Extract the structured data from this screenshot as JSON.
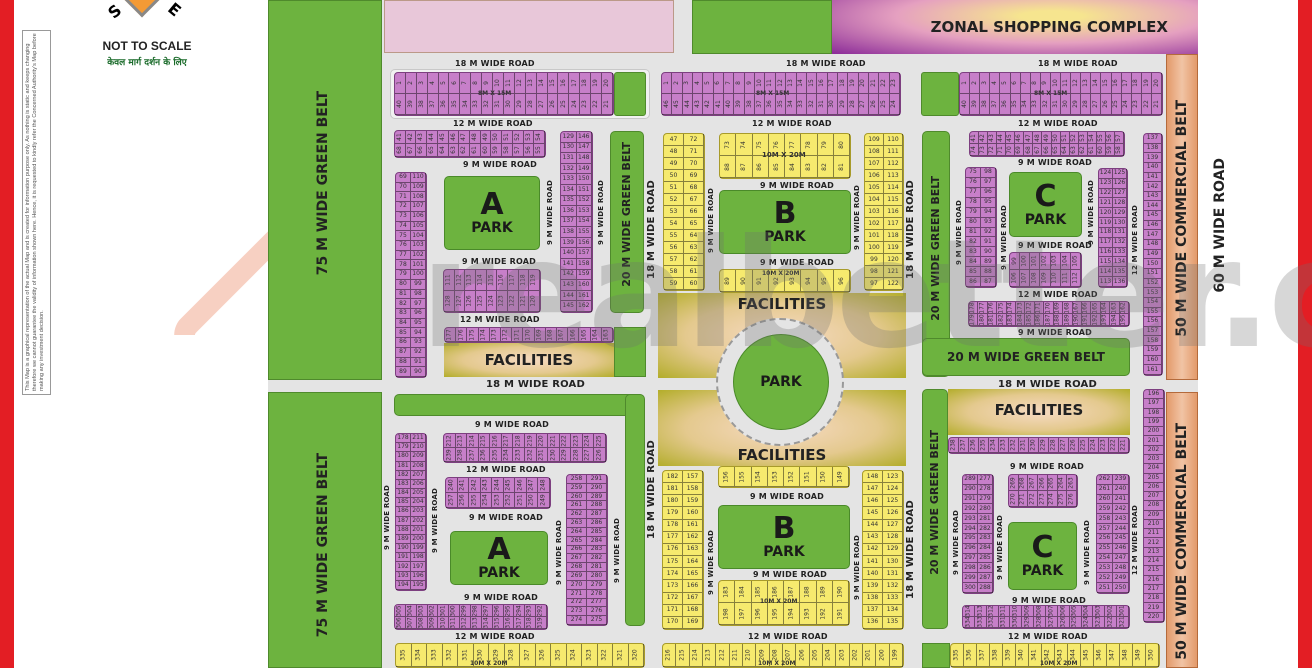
{
  "legend": {
    "compass_letters": [
      "S",
      "E"
    ],
    "scale_note": "NOT TO SCALE",
    "hindi_note": "केवल मार्ग दर्शन के लिए",
    "disclaimer": "This Map is a graphical representation of the actual Map and is created for information purpose only. As nothing is static and keeps changing therefore we cannot guarantee the validity of information shown here. Hence, it is requested to kindly refer the Concerned Authority's Map before making any investment decision."
  },
  "colors": {
    "frame_red": "#e31e24",
    "green_belt": "#6db33f",
    "residential_plot": "#c77fc9",
    "large_plot": "#f6ea6e",
    "commercial_belt": "#e39a6a",
    "road": "#e4e4e4"
  },
  "labels": {
    "green_belt_75": "75 M WIDE GREEN BELT",
    "green_belt_20": "20 M WIDE GREEN BELT",
    "commercial_belt_50": "50 M WIDE COMMERCIAL BELT",
    "road_60": "60 M WIDE ROAD",
    "road_18": "18 M WIDE ROAD",
    "road_12": "12 M WIDE ROAD",
    "road_9": "9 M WIDE ROAD",
    "zonal_shopping": "ZONAL SHOPPING COMPLEX",
    "facilities": "FACILITIES",
    "park": "PARK",
    "size_8x15": "8M X 15M",
    "size_10x20": "10M X 20M"
  },
  "parks": [
    {
      "letter": "A",
      "label": "PARK"
    },
    {
      "letter": "B",
      "label": "PARK"
    },
    {
      "letter": "C",
      "label": "PARK"
    },
    {
      "letter": "A",
      "label": "PARK"
    },
    {
      "letter": "B",
      "label": "PARK"
    },
    {
      "letter": "C",
      "label": "PARK"
    },
    {
      "letter": "",
      "label": "PARK"
    }
  ],
  "plot_rows": {
    "tl_top": [
      "1",
      "2",
      "3",
      "4",
      "5",
      "6",
      "7",
      "8",
      "9",
      "10",
      "11",
      "12",
      "13",
      "14",
      "15",
      "16",
      "17",
      "18",
      "19",
      "20"
    ],
    "tl_bot": [
      "40",
      "39",
      "38",
      "37",
      "36",
      "35",
      "34",
      "33",
      "32",
      "31",
      "30",
      "29",
      "28",
      "27",
      "26",
      "25",
      "24",
      "23",
      "22",
      "21"
    ],
    "tm_top": [
      "1",
      "2",
      "3",
      "4",
      "5",
      "6",
      "7",
      "8",
      "9",
      "10",
      "11",
      "12",
      "13",
      "14",
      "15",
      "16",
      "17",
      "18",
      "19",
      "20",
      "21",
      "22",
      "23"
    ],
    "tm_bot": [
      "46",
      "45",
      "44",
      "43",
      "42",
      "41",
      "40",
      "39",
      "38",
      "37",
      "36",
      "35",
      "34",
      "33",
      "32",
      "31",
      "30",
      "29",
      "28",
      "27",
      "26",
      "25",
      "24"
    ],
    "tr_top": [
      "1",
      "2",
      "3",
      "4",
      "5",
      "6",
      "7",
      "8",
      "9",
      "10",
      "11",
      "12",
      "13",
      "14",
      "15",
      "16",
      "17",
      "18",
      "19",
      "20"
    ],
    "tr_bot": [
      "40",
      "39",
      "38",
      "37",
      "36",
      "35",
      "34",
      "33",
      "32",
      "31",
      "30",
      "29",
      "28",
      "27",
      "26",
      "25",
      "24",
      "23",
      "22",
      "21"
    ],
    "a1_top": [
      "41",
      "42",
      "43",
      "44",
      "45",
      "46",
      "47",
      "48",
      "49",
      "50",
      "51",
      "52",
      "53",
      "54"
    ],
    "a1_bot": [
      "68",
      "67",
      "66",
      "65",
      "64",
      "63",
      "62",
      "61",
      "60",
      "59",
      "58",
      "57",
      "56",
      "55"
    ],
    "a1_left_l": [
      "69",
      "70",
      "71",
      "72",
      "73",
      "74",
      "75",
      "76",
      "77",
      "78",
      "79",
      "80",
      "81",
      "82",
      "83",
      "84",
      "85",
      "86",
      "87",
      "88",
      "89"
    ],
    "a1_left_r": [
      "110",
      "109",
      "108",
      "107",
      "106",
      "105",
      "104",
      "103",
      "102",
      "101",
      "100",
      "99",
      "98",
      "97",
      "96",
      "95",
      "94",
      "93",
      "92",
      "91",
      "90"
    ],
    "a1_mid_top": [
      "111",
      "112",
      "113",
      "114",
      "115",
      "116",
      "117",
      "118",
      "119"
    ],
    "a1_mid_bot": [
      "128",
      "127",
      "126",
      "125",
      "124",
      "123",
      "122",
      "121",
      "120"
    ],
    "a1_right_l": [
      "129",
      "130",
      "131",
      "132",
      "133",
      "134",
      "135",
      "136",
      "137",
      "138",
      "139",
      "140",
      "141",
      "142",
      "143",
      "144",
      "145"
    ],
    "a1_right_r": [
      "146",
      "147",
      "148",
      "149",
      "150",
      "151",
      "152",
      "153",
      "154",
      "155",
      "156",
      "157",
      "158",
      "159",
      "160",
      "161",
      "162"
    ],
    "a1_fac": [
      "177",
      "176",
      "175",
      "174",
      "173",
      "172",
      "171",
      "170",
      "169",
      "168",
      "167",
      "166",
      "165",
      "164",
      "163"
    ],
    "b1_left_l": [
      "47",
      "48",
      "49",
      "50",
      "51",
      "52",
      "53",
      "54",
      "55",
      "56",
      "57",
      "58",
      "59"
    ],
    "b1_left_r": [
      "72",
      "71",
      "70",
      "69",
      "68",
      "67",
      "66",
      "65",
      "64",
      "63",
      "62",
      "61",
      "60"
    ],
    "b1_top_top": [
      "73",
      "74",
      "75",
      "76",
      "77",
      "78",
      "79",
      "80"
    ],
    "b1_top_bot": [
      "88",
      "87",
      "86",
      "85",
      "84",
      "83",
      "82",
      "81"
    ],
    "b1_bot": [
      "89",
      "90",
      "91",
      "92",
      "93",
      "94",
      "95",
      "96"
    ],
    "b1_right_l": [
      "109",
      "108",
      "107",
      "106",
      "105",
      "104",
      "103",
      "102",
      "101",
      "100",
      "99",
      "98",
      "97"
    ],
    "b1_right_r": [
      "110",
      "111",
      "112",
      "113",
      "114",
      "115",
      "116",
      "117",
      "118",
      "119",
      "120",
      "121",
      "122"
    ],
    "c1_top_top": [
      "41",
      "42",
      "43",
      "44",
      "45",
      "46",
      "47",
      "48",
      "49",
      "50",
      "51",
      "52",
      "53",
      "54",
      "55",
      "56",
      "57"
    ],
    "c1_top_bot": [
      "74",
      "73",
      "72",
      "71",
      "70",
      "69",
      "68",
      "67",
      "66",
      "65",
      "64",
      "63",
      "62",
      "61",
      "60",
      "59",
      "58"
    ],
    "c1_left_l": [
      "75",
      "76",
      "77",
      "78",
      "79",
      "80",
      "81",
      "82",
      "83",
      "84",
      "85",
      "86"
    ],
    "c1_left_r": [
      "98",
      "97",
      "96",
      "95",
      "94",
      "93",
      "92",
      "91",
      "90",
      "89",
      "88",
      "87"
    ],
    "c1_mid_top": [
      "99",
      "100",
      "101",
      "102",
      "103",
      "104",
      "105"
    ],
    "c1_mid_bot": [
      "106",
      "107",
      "108",
      "109",
      "110",
      "111",
      "112"
    ],
    "c1_right_l": [
      "124",
      "123",
      "122",
      "121",
      "120",
      "119",
      "118",
      "117",
      "116",
      "115",
      "114",
      "113"
    ],
    "c1_right_r": [
      "125",
      "126",
      "127",
      "128",
      "129",
      "130",
      "131",
      "132",
      "133",
      "134",
      "135",
      "136"
    ],
    "c1_bot_top": [
      "178",
      "177",
      "176",
      "175",
      "174",
      "173",
      "172",
      "171",
      "170",
      "169",
      "168",
      "167",
      "166",
      "165",
      "164",
      "163",
      "162"
    ],
    "c1_bot_bot": [
      "179",
      "180",
      "181",
      "182",
      "183",
      "184",
      "185",
      "186",
      "187",
      "188",
      "189",
      "190",
      "191",
      "192",
      "193",
      "194",
      "195"
    ],
    "c1_comm": [
      "137",
      "138",
      "139",
      "140",
      "141",
      "142",
      "143",
      "144",
      "145",
      "146",
      "147",
      "148",
      "149",
      "150",
      "151",
      "152",
      "153",
      "154",
      "155",
      "156",
      "157",
      "158",
      "159",
      "160",
      "161"
    ],
    "a2_top_top": [
      "212",
      "213",
      "214",
      "215",
      "216",
      "217",
      "218",
      "219",
      "220",
      "221",
      "222",
      "223",
      "224",
      "225"
    ],
    "a2_top_bot": [
      "239",
      "238",
      "237",
      "236",
      "235",
      "234",
      "233",
      "232",
      "231",
      "230",
      "229",
      "228",
      "227",
      "226"
    ],
    "a2_left_l": [
      "178",
      "179",
      "180",
      "181",
      "182",
      "183",
      "184",
      "185",
      "186",
      "187",
      "188",
      "189",
      "190",
      "191",
      "192",
      "193",
      "194"
    ],
    "a2_left_r": [
      "211",
      "210",
      "209",
      "208",
      "207",
      "206",
      "205",
      "204",
      "203",
      "202",
      "201",
      "200",
      "199",
      "198",
      "197",
      "196",
      "195"
    ],
    "a2_mid_top": [
      "240",
      "241",
      "242",
      "243",
      "244",
      "245",
      "246",
      "247",
      "248"
    ],
    "a2_mid_bot": [
      "257",
      "256",
      "255",
      "254",
      "253",
      "252",
      "251",
      "250",
      "249"
    ],
    "a2_right_l": [
      "258",
      "259",
      "260",
      "261",
      "262",
      "263",
      "264",
      "265",
      "266",
      "267",
      "268",
      "269",
      "270",
      "271",
      "272",
      "273",
      "274"
    ],
    "a2_right_r": [
      "291",
      "290",
      "289",
      "288",
      "287",
      "286",
      "285",
      "284",
      "283",
      "282",
      "281",
      "280",
      "279",
      "278",
      "277",
      "276",
      "275"
    ],
    "a2_bot_top": [
      "305",
      "304",
      "303",
      "302",
      "301",
      "300",
      "299",
      "298",
      "297",
      "296",
      "295",
      "294",
      "293",
      "292"
    ],
    "a2_bot_bot": [
      "306",
      "307",
      "308",
      "309",
      "310",
      "311",
      "312",
      "313",
      "314",
      "315",
      "316",
      "317",
      "318",
      "319"
    ],
    "a2_yel": [
      "335",
      "334",
      "333",
      "332",
      "331",
      "330",
      "329",
      "328",
      "327",
      "326",
      "325",
      "324",
      "323",
      "322",
      "321",
      "320"
    ],
    "b2_left_l": [
      "182",
      "181",
      "180",
      "179",
      "178",
      "177",
      "176",
      "175",
      "174",
      "173",
      "172",
      "171",
      "170"
    ],
    "b2_left_r": [
      "157",
      "158",
      "159",
      "160",
      "161",
      "162",
      "163",
      "164",
      "165",
      "166",
      "167",
      "168",
      "169"
    ],
    "b2_top": [
      "156",
      "155",
      "154",
      "153",
      "152",
      "151",
      "150",
      "149"
    ],
    "b2_bot_top": [
      "183",
      "184",
      "185",
      "186",
      "187",
      "188",
      "189",
      "190"
    ],
    "b2_bot_bot": [
      "198",
      "197",
      "196",
      "195",
      "194",
      "193",
      "192",
      "191"
    ],
    "b2_right_l": [
      "148",
      "147",
      "146",
      "145",
      "144",
      "143",
      "142",
      "141",
      "140",
      "139",
      "138",
      "137",
      "136"
    ],
    "b2_right_r": [
      "123",
      "124",
      "125",
      "126",
      "127",
      "128",
      "129",
      "130",
      "131",
      "132",
      "133",
      "134",
      "135"
    ],
    "b2_yel": [
      "216",
      "215",
      "214",
      "213",
      "212",
      "211",
      "210",
      "209",
      "208",
      "207",
      "206",
      "205",
      "204",
      "203",
      "202",
      "201",
      "200",
      "199"
    ],
    "c2_fac": [
      "238",
      "237",
      "236",
      "235",
      "234",
      "233",
      "232",
      "231",
      "230",
      "229",
      "228",
      "227",
      "226",
      "225",
      "224",
      "223",
      "222",
      "221"
    ],
    "c2_left_l": [
      "289",
      "290",
      "291",
      "292",
      "293",
      "294",
      "295",
      "296",
      "297",
      "298",
      "299",
      "300"
    ],
    "c2_left_r": [
      "277",
      "278",
      "279",
      "280",
      "281",
      "282",
      "283",
      "284",
      "285",
      "286",
      "287",
      "288"
    ],
    "c2_mid_top": [
      "269",
      "268",
      "267",
      "266",
      "265",
      "264",
      "263"
    ],
    "c2_mid_bot": [
      "270",
      "271",
      "272",
      "273",
      "274",
      "275",
      "276"
    ],
    "c2_right_l": [
      "262",
      "261",
      "260",
      "259",
      "258",
      "257",
      "256",
      "255",
      "254",
      "253",
      "252",
      "251"
    ],
    "c2_right_r": [
      "239",
      "240",
      "241",
      "242",
      "243",
      "244",
      "245",
      "246",
      "247",
      "248",
      "249",
      "250"
    ],
    "c2_bot_top": [
      "314",
      "313",
      "312",
      "311",
      "310",
      "309",
      "308",
      "307",
      "306",
      "305",
      "304",
      "303",
      "302",
      "301"
    ],
    "c2_bot_bot": [
      "334",
      "333",
      "332",
      "331",
      "330",
      "329",
      "328",
      "327",
      "326",
      "325",
      "324",
      "323",
      "322",
      "321"
    ],
    "c2_comm": [
      "196",
      "197",
      "198",
      "199",
      "200",
      "201",
      "202",
      "203",
      "204",
      "205",
      "206",
      "207",
      "208",
      "209",
      "210",
      "211",
      "212",
      "213",
      "214",
      "215",
      "216",
      "217",
      "218",
      "219",
      "220"
    ],
    "c2_yel": [
      "335",
      "336",
      "337",
      "338",
      "339",
      "340",
      "341",
      "342",
      "343",
      "344",
      "345",
      "346",
      "347",
      "348",
      "349",
      "350"
    ]
  },
  "watermark": "realbetter.com"
}
